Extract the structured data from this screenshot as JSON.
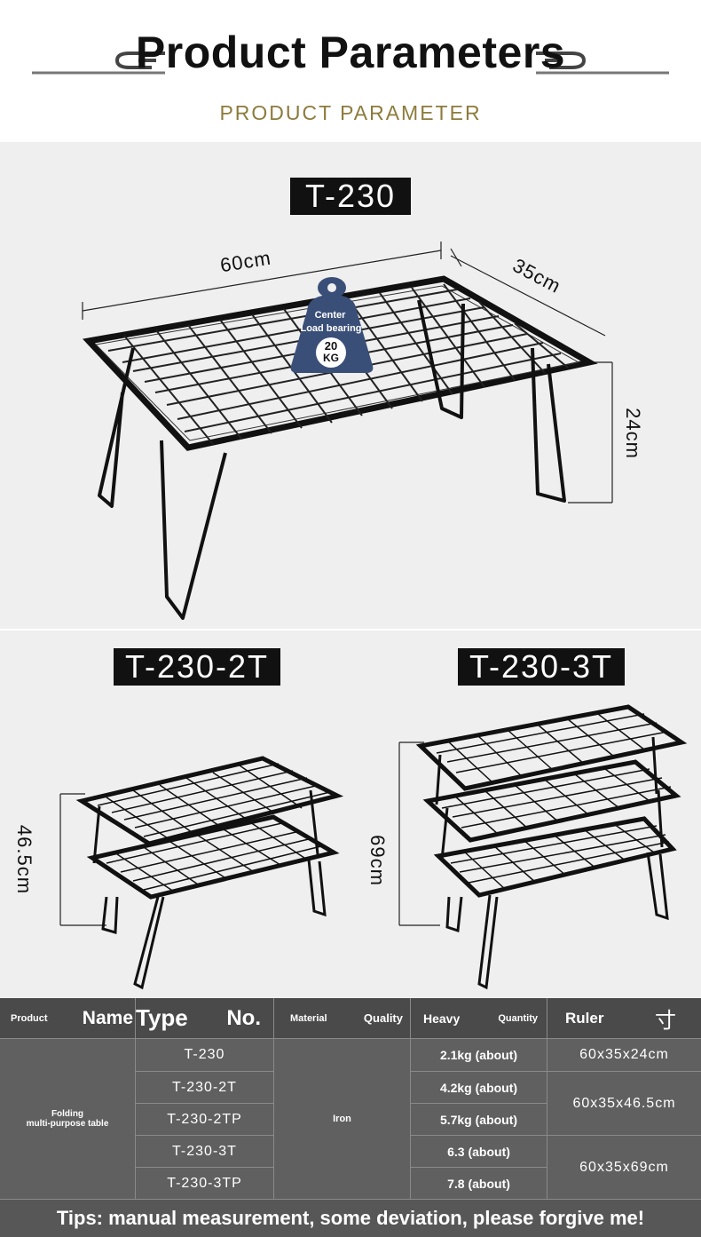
{
  "header": {
    "title": "Product Parameters",
    "subtitle": "PRODUCT PARAMETER"
  },
  "main_product": {
    "model": "T-230",
    "width": "60cm",
    "depth": "35cm",
    "height": "24cm",
    "badge": {
      "line1": "Center",
      "line2": "Load bearing",
      "value": "20",
      "unit": "KG"
    }
  },
  "variants": [
    {
      "model": "T-230-2T",
      "height": "46.5cm"
    },
    {
      "model": "T-230-3T",
      "height": "69cm"
    }
  ],
  "table": {
    "headers": {
      "product": "Product",
      "name": "Name",
      "type": "Type",
      "no": "No.",
      "material": "Material",
      "quality": "Quality",
      "heavy": "Heavy",
      "quantity": "Quantity",
      "ruler": "Ruler",
      "ruler_glyph": "寸"
    },
    "product_name_line1": "Folding",
    "product_name_line2": "multi-purpose table",
    "material": "Iron",
    "types": [
      "T-230",
      "T-230-2T",
      "T-230-2TP",
      "T-230-3T",
      "T-230-3TP"
    ],
    "weights": [
      "2.1kg (about)",
      "4.2kg (about)",
      "5.7kg (about)",
      "6.3 (about)",
      "7.8 (about)"
    ],
    "sizes": [
      "60x35x24cm",
      "60x35x46.5cm",
      "60x35x69cm"
    ]
  },
  "tips": "Tips: manual measurement, some deviation, please forgive me!",
  "colors": {
    "accent_gold": "#8d7b3c",
    "label_bg": "#111111",
    "table_bg": "#606060",
    "badge_blue": "#3a4f78"
  }
}
